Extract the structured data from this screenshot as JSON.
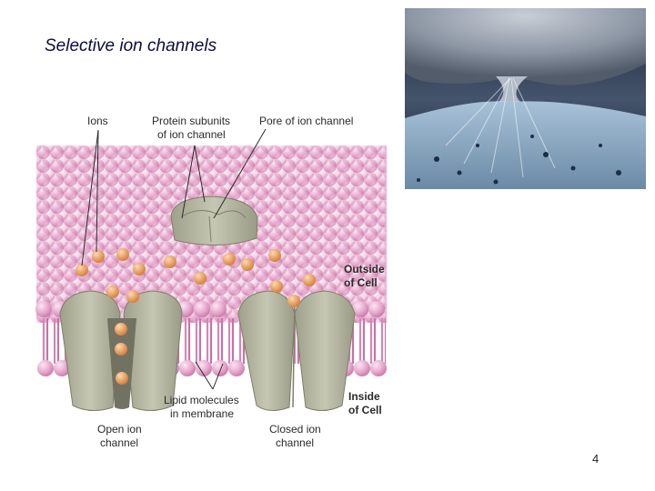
{
  "slide": {
    "title": "Selective ion channels",
    "page_number": "4"
  },
  "diagram": {
    "labels": {
      "ions": "Ions",
      "protein_subunits": [
        "Protein subunits",
        "of ion channel"
      ],
      "pore": "Pore of ion channel",
      "outside": [
        "Outside",
        "of Cell"
      ],
      "inside": [
        "Inside",
        "of Cell"
      ],
      "lipid": [
        "Lipid molecules",
        "in membrane"
      ],
      "open_channel": [
        "Open ion",
        "channel"
      ],
      "closed_channel": [
        "Closed ion",
        "channel"
      ]
    },
    "colors": {
      "membrane": "#e6a6cc",
      "protein": "#b8b9a2",
      "ion": "#e59e62"
    }
  }
}
